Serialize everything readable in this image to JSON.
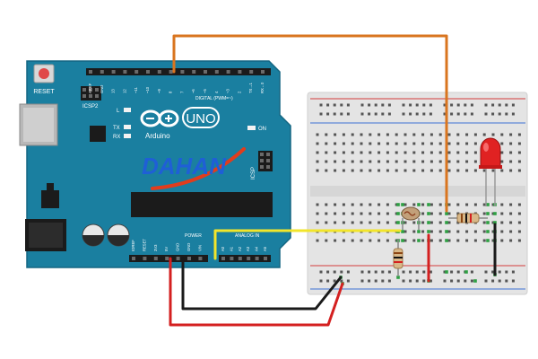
{
  "board": {
    "color": "#1a7fa0",
    "reset_label": "RESET",
    "icsp2_label": "ICSP2",
    "icsp_label": "ICSP",
    "led_l_label": "L",
    "tx_label": "TX",
    "rx_label": "RX",
    "on_label": "ON",
    "uno_label": "UNO",
    "arduino_label": "Arduino",
    "digital_label": "DIGITAL (PWM=~)",
    "power_label": "POWER",
    "analog_label": "ANALOG IN",
    "top_header_labels": [
      "AREF",
      "GND",
      "13",
      "12",
      "~11",
      "~10",
      "~9",
      "8",
      "7",
      "~6",
      "~5",
      "4",
      "~3",
      "2",
      "TX→1",
      "RX←0"
    ],
    "power_header_labels": [
      "IOREF",
      "RESET",
      "3V3",
      "5V",
      "GND",
      "GND",
      "VIN"
    ],
    "analog_header_labels": [
      "A0",
      "A1",
      "A2",
      "A3",
      "A4",
      "A5"
    ]
  },
  "logo": {
    "text": "DAHAN",
    "color": "#1f5fd6",
    "swoosh_color": "#e23c1c"
  },
  "breadboard": {
    "color": "#e6e6e6",
    "rail_red": "#d43b3b",
    "rail_blue": "#3b6fd4",
    "hole_active_color": "#2ea043"
  },
  "wires": {
    "orange": "#d9751f",
    "yellow": "#f2e52a",
    "red": "#d42020",
    "black": "#1a1a1a"
  },
  "led": {
    "color": "#e02222"
  }
}
